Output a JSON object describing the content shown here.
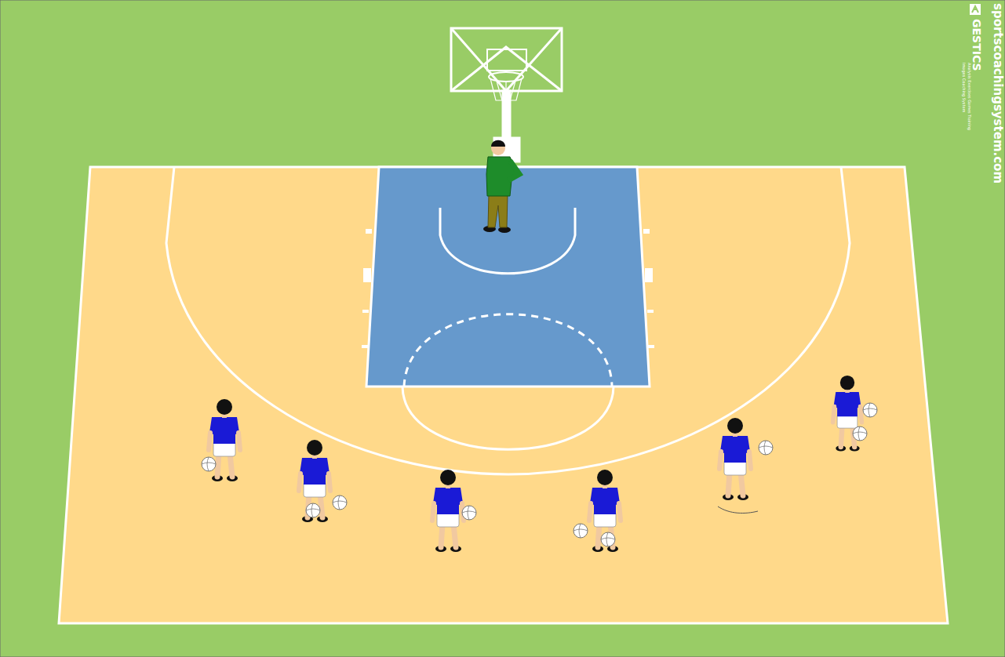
{
  "diagram": {
    "labels": [
      "sportscoachingsystem.com",
      "GESTICS",
      "Analysis Exercises Games Training",
      "Images Coaching System"
    ]
  }
}
